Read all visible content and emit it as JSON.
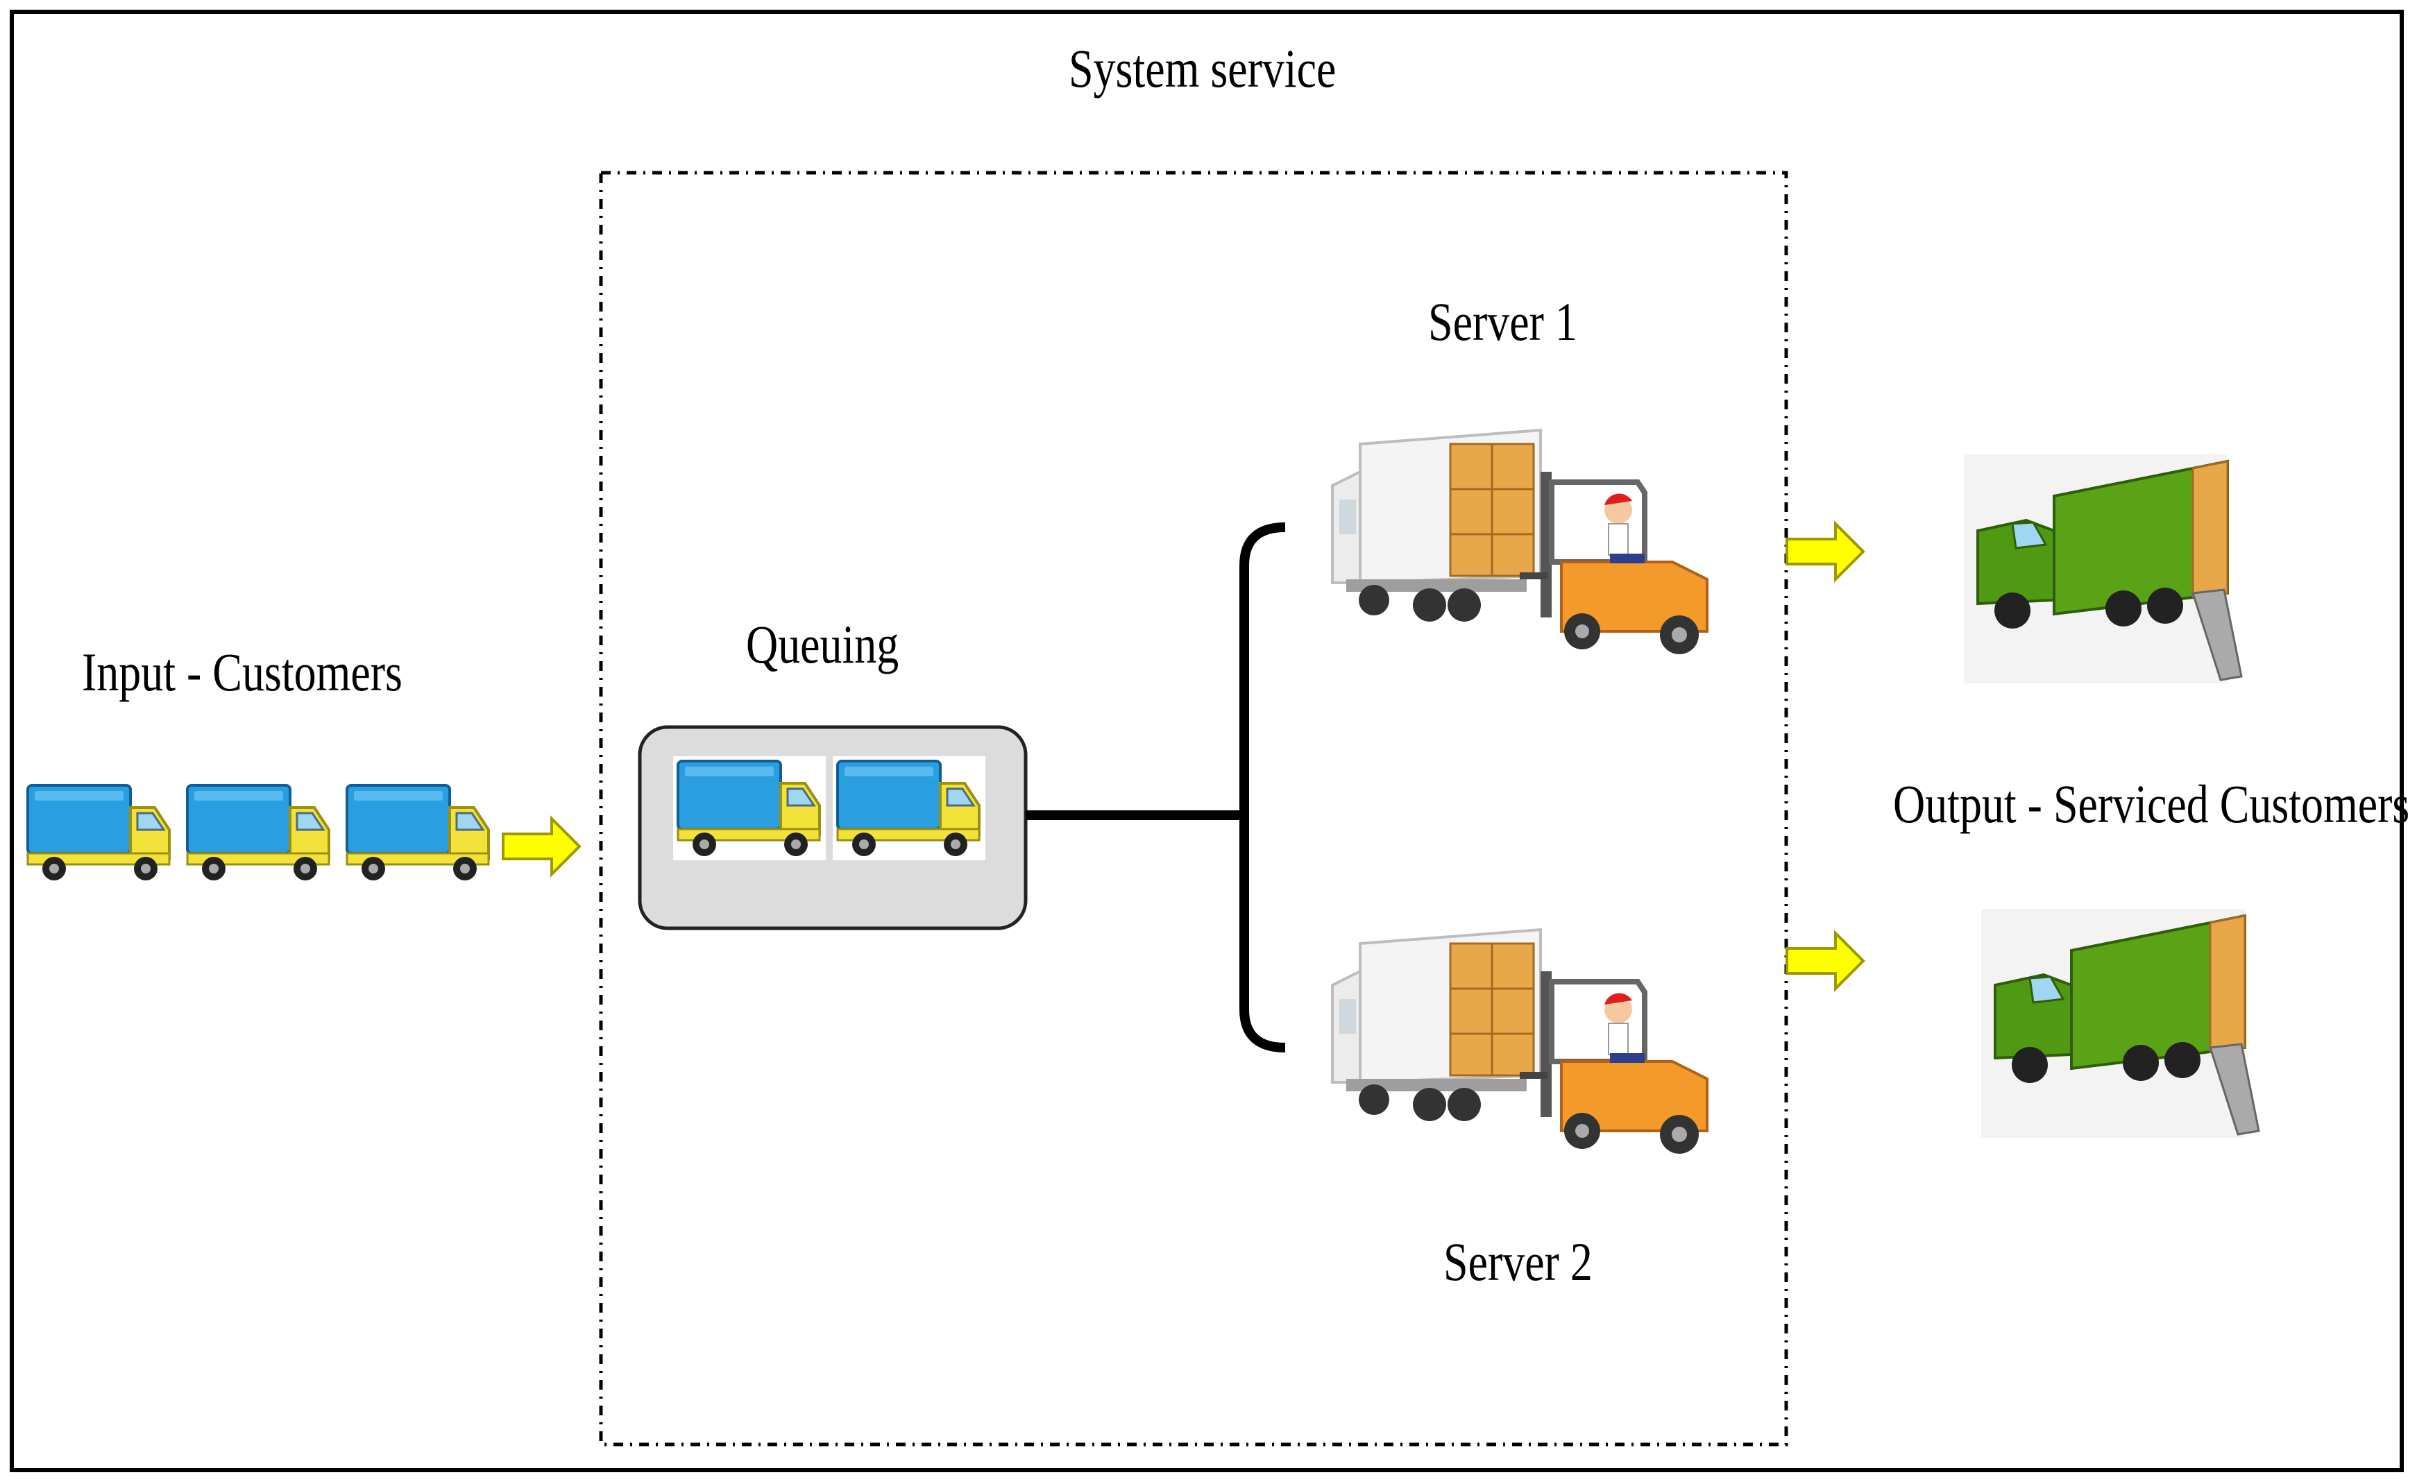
{
  "labels": {
    "system_service": "System service",
    "input": "Input - Customers",
    "queuing": "Queuing",
    "server1": "Server 1",
    "server2": "Server 2",
    "output": "Output - Serviced Customers"
  },
  "colors": {
    "truck_body": "#2a9fe0",
    "truck_cab": "#f2e23a",
    "arrow_fill": "#ffff00",
    "serviced_truck": "#5aa317",
    "forklift": "#f39a2b",
    "cargo_boxes": "#e8a84a",
    "queue_box_fill": "#dcdcdc"
  },
  "icons": [
    "blue-delivery-truck-icon",
    "yellow-arrow-icon",
    "forklift-loading-truck-icon",
    "green-unloaded-truck-icon"
  ]
}
